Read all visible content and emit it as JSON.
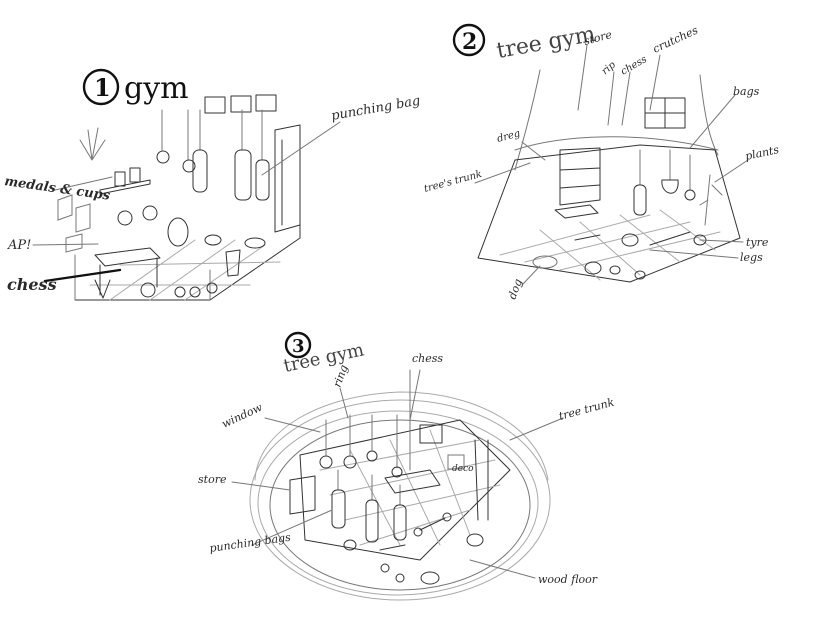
{
  "sketch1": {
    "number": "1",
    "title": "gym",
    "labels": {
      "punching_bag": "punching bag",
      "medals_cups": "medals & cups",
      "ap": "AP!",
      "chess": "chess"
    }
  },
  "sketch2": {
    "number": "2",
    "title": "tree gym",
    "labels": {
      "store": "store",
      "rip": "rip",
      "chess": "chess",
      "crutches": "crutches",
      "bags": "bags",
      "dreg": "dreg",
      "trees_trunk": "tree's trunk",
      "plants": "plants",
      "tyre": "tyre",
      "legs": "legs",
      "dog": "dog"
    }
  },
  "sketch3": {
    "number": "3",
    "title": "tree gym",
    "labels": {
      "ring": "ring",
      "chess": "chess",
      "window": "window",
      "tree_trunk": "tree trunk",
      "store": "store",
      "punching_bags": "punching bags",
      "wood_floor": "wood floor",
      "deco": "deco"
    }
  }
}
